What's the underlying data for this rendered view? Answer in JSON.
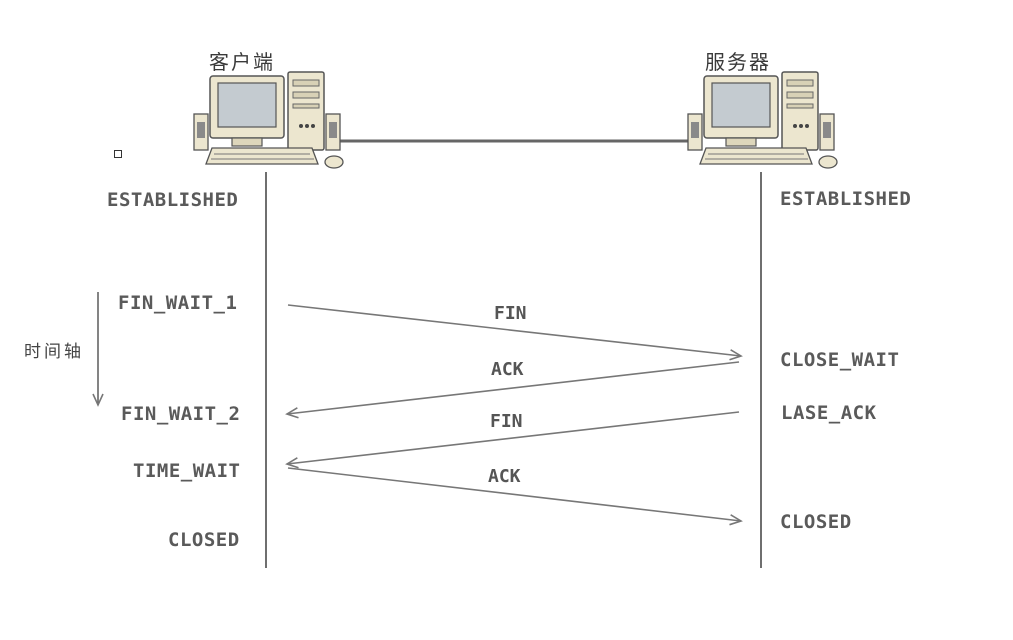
{
  "client": {
    "title": "客户端",
    "initial_state": "ESTABLISHED"
  },
  "server": {
    "title": "服务器",
    "initial_state": "ESTABLISHED"
  },
  "time_axis_label": "时间轴",
  "client_states": [
    "FIN_WAIT_1",
    "FIN_WAIT_2",
    "TIME_WAIT",
    "CLOSED"
  ],
  "server_states": [
    "CLOSE_WAIT",
    "LASE_ACK",
    "CLOSED"
  ],
  "messages": [
    {
      "label": "FIN",
      "direction": "client-to-server"
    },
    {
      "label": "ACK",
      "direction": "server-to-client"
    },
    {
      "label": "FIN",
      "direction": "server-to-client"
    },
    {
      "label": "ACK",
      "direction": "client-to-server"
    }
  ],
  "icons": {
    "client": "desktop-computer-icon",
    "server": "desktop-computer-icon"
  },
  "colors": {
    "lines": "#777777",
    "text": "#555555"
  }
}
